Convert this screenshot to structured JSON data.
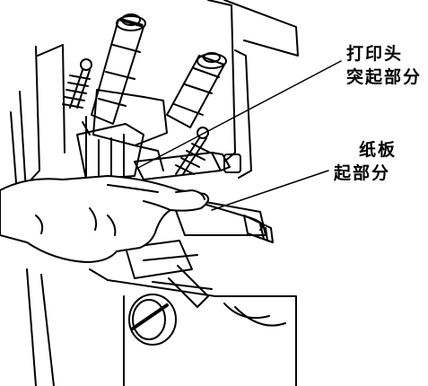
{
  "labels": {
    "printhead_line1": "打印头",
    "printhead_line2": "突起部分",
    "board_line1": "纸板",
    "board_line2": "起部分"
  },
  "colors": {
    "ink": "#000000",
    "paper": "#ffffff"
  }
}
